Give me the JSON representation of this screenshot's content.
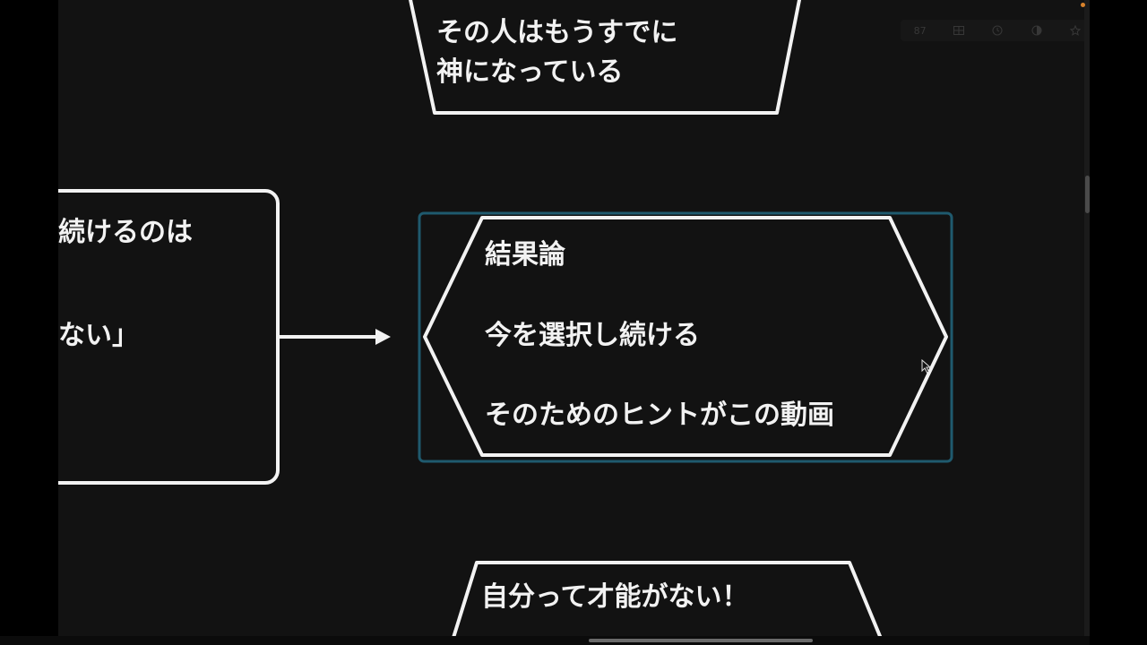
{
  "nodes": {
    "top": {
      "lines": [
        "その人はもうすでに",
        "神になっている"
      ]
    },
    "left": {
      "lines": [
        "続けるのは",
        "ない」"
      ]
    },
    "center": {
      "lines": [
        "結果論",
        "今を選択し続ける",
        "そのためのヒントがこの動画"
      ]
    },
    "bottom": {
      "lines": [
        "自分って才能がない！"
      ]
    }
  },
  "toolbar": {
    "zoom_label": "87"
  },
  "colors": {
    "canvas_bg": "#121212",
    "stroke": "#f2f2f2",
    "selection": "#1f5a6e",
    "scroll_accent": "#d9822b"
  },
  "icons": [
    "grid-icon",
    "clock-icon",
    "contrast-icon",
    "star-icon",
    "sidebar-icon",
    "cursor-icon"
  ]
}
